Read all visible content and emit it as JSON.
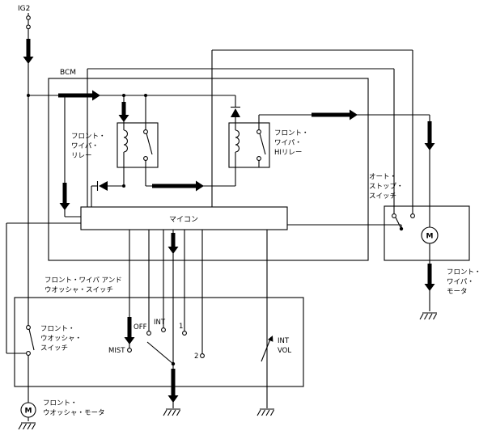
{
  "labels": {
    "ig2": "IG2",
    "bcm": "BCM",
    "micon": "マイコン",
    "wiper_relay": [
      "フロント・",
      "ワイパ・",
      "リレー"
    ],
    "hi_relay": [
      "フロント・",
      "ワイパ・",
      "HIリレー"
    ],
    "auto_stop_switch": [
      "オート・",
      "ストップ・",
      "スイッチ"
    ],
    "front_wiper_motor": [
      "フロント・",
      "ワイパ・",
      "モータ"
    ],
    "wiper_washer_switch": [
      "フロント・ワイパ アンド",
      "ウオッシャ・スイッチ"
    ],
    "front_washer_switch": [
      "フロント・",
      "ウオッシャ・",
      "スイッチ"
    ],
    "front_washer_motor": [
      "フロント・",
      "ウオッシャ・モータ"
    ],
    "switch_positions": {
      "off": "OFF",
      "int": "INT",
      "mist": "MIST",
      "pos1": "1",
      "pos2": "2"
    },
    "int_vol": [
      "INT",
      "VOL"
    ],
    "motor": "M"
  },
  "colors": {
    "line": "#000000",
    "background": "#ffffff"
  }
}
